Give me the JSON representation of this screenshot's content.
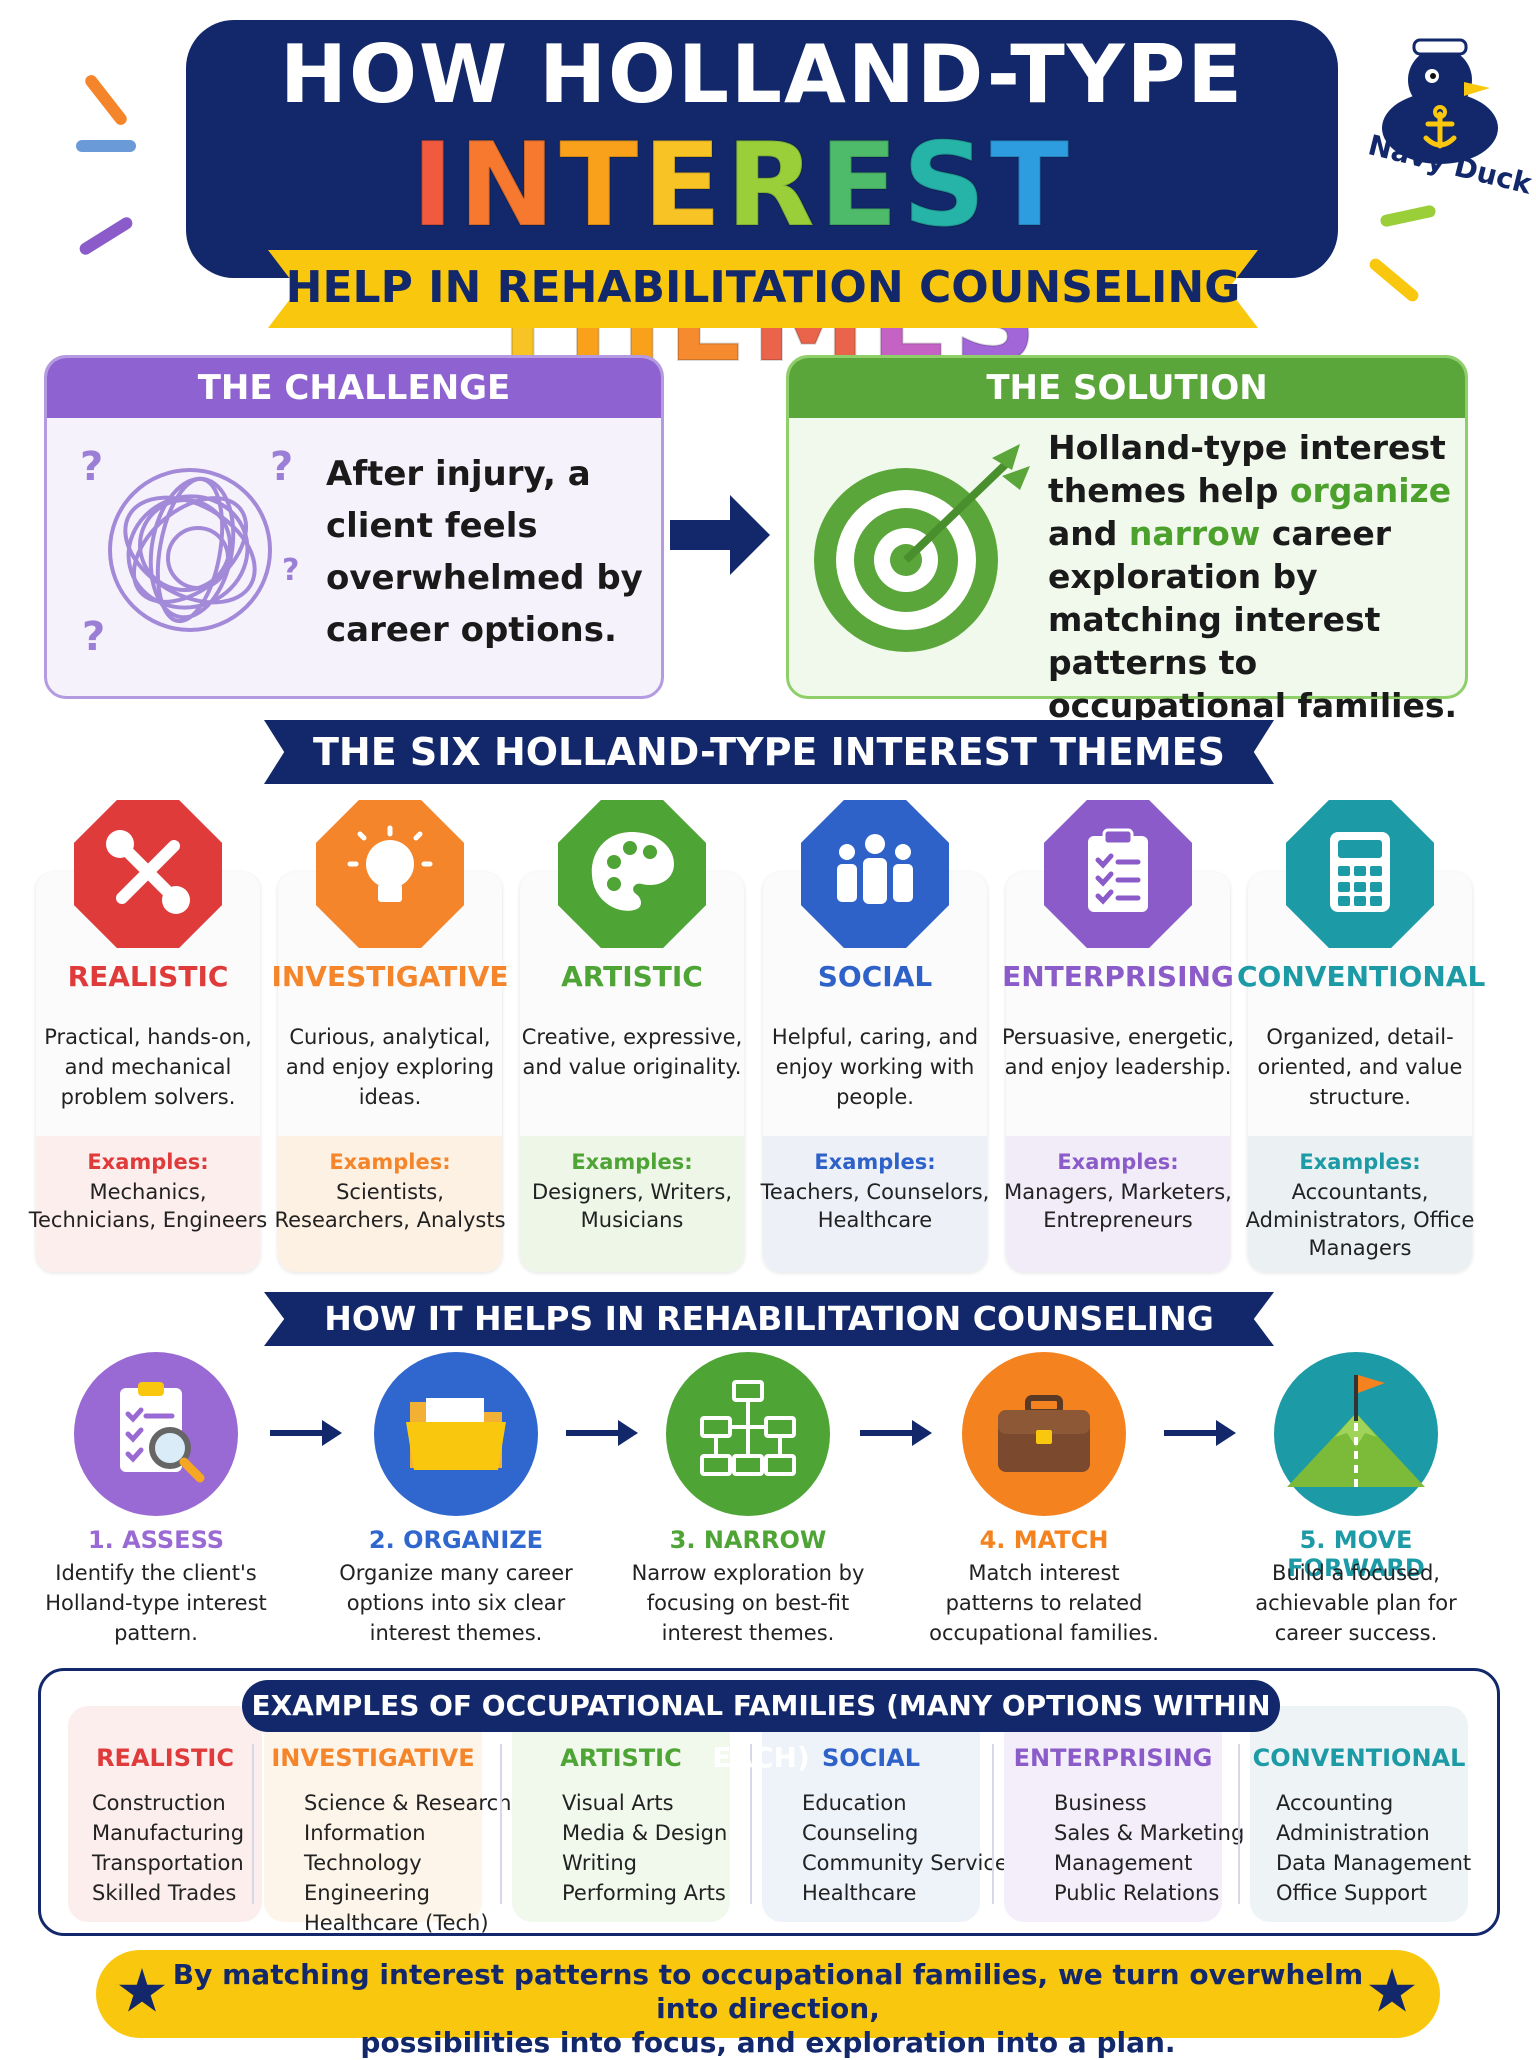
{
  "header": {
    "title_line1": "HOW HOLLAND-TYPE",
    "title_line2_letters": [
      "I",
      "N",
      "T",
      "E",
      "R",
      "E",
      "S",
      "T",
      " ",
      "T",
      "H",
      "E",
      "M",
      "E",
      "S"
    ],
    "title_line2_colors": [
      "#f15a3f",
      "#f7792f",
      "#f9a11b",
      "#f7c325",
      "#9bcf3a",
      "#4dbb6a",
      "#26b3a8",
      "#2e9de0",
      "#ffffff",
      "#f7c325",
      "#f9a11b",
      "#f58a2f",
      "#e9644a",
      "#c463c3",
      "#a366d9"
    ],
    "subtitle": "HELP IN REHABILITATION COUNSELING"
  },
  "brand": {
    "name": "Navy Duck"
  },
  "challenge": {
    "heading": "THE CHALLENGE",
    "text": "After injury, a client feels overwhelmed by career options."
  },
  "solution": {
    "heading": "THE SOLUTION",
    "t1": "Holland-type interest themes help ",
    "t2": "organize",
    "t3": " and ",
    "t4": "narrow",
    "t5": " career exploration by matching interest patterns to occupational families."
  },
  "themes_banner": "THE SIX HOLLAND-TYPE INTEREST THEMES",
  "themes": [
    {
      "title": "REALISTIC",
      "desc": "Practical, hands-on, and mechanical problem solvers.",
      "ex_label": "Examples:",
      "ex": "Mechanics, Technicians, Engineers",
      "color": "#e03b3b",
      "tint": "#fdeeee",
      "icon": "wrench-screwdriver-icon"
    },
    {
      "title": "INVESTIGATIVE",
      "desc": "Curious, analytical, and enjoy exploring ideas.",
      "ex_label": "Examples:",
      "ex": "Scientists, Researchers, Analysts",
      "color": "#f5852a",
      "tint": "#fdf1e3",
      "icon": "lightbulb-icon"
    },
    {
      "title": "ARTISTIC",
      "desc": "Creative, expressive, and value originality.",
      "ex_label": "Examples:",
      "ex": "Designers, Writers, Musicians",
      "color": "#4ea435",
      "tint": "#eef6e8",
      "icon": "palette-icon"
    },
    {
      "title": "SOCIAL",
      "desc": "Helpful, caring, and enjoy working with people.",
      "ex_label": "Examples:",
      "ex": "Teachers, Counselors, Healthcare",
      "color": "#2f62c9",
      "tint": "#edf1f7",
      "icon": "people-icon"
    },
    {
      "title": "ENTERPRISING",
      "desc": "Persuasive, energetic, and enjoy leadership.",
      "ex_label": "Examples:",
      "ex": "Managers, Marketers, Entrepreneurs",
      "color": "#8a5bc9",
      "tint": "#f1ecf8",
      "icon": "clipboard-checklist-icon"
    },
    {
      "title": "CONVENTIONAL",
      "desc": "Organized, detail-oriented, and value structure.",
      "ex_label": "Examples:",
      "ex": "Accountants, Administrators, Office Managers",
      "color": "#1c9aa6",
      "tint": "#ebf1f3",
      "icon": "calculator-icon"
    }
  ],
  "steps_banner": "HOW IT HELPS IN REHABILITATION COUNSELING",
  "steps": [
    {
      "title": "1. ASSESS",
      "desc": "Identify the client's Holland-type interest pattern.",
      "color": "#9a6ad4",
      "icon": "clipboard-magnifier-icon"
    },
    {
      "title": "2. ORGANIZE",
      "desc": "Organize many career options into six clear interest themes.",
      "color": "#2f67cf",
      "icon": "folder-icon"
    },
    {
      "title": "3. NARROW",
      "desc": "Narrow exploration by focusing on best-fit interest themes.",
      "color": "#4ea435",
      "icon": "flowchart-icon"
    },
    {
      "title": "4. MATCH",
      "desc": "Match interest patterns to related occupational families.",
      "color": "#f3821f",
      "icon": "briefcase-icon"
    },
    {
      "title": "5. MOVE FORWARD",
      "desc": "Build a focused, achievable plan for career success.",
      "color": "#1c9aa6",
      "icon": "mountain-flag-icon"
    }
  ],
  "occupations_title": "EXAMPLES OF OCCUPATIONAL FAMILIES (MANY OPTIONS WITHIN EACH)",
  "occupations": [
    {
      "title": "REALISTIC",
      "items": [
        "Construction",
        "Manufacturing",
        "Transportation",
        "Skilled Trades"
      ],
      "color": "#e03b3b",
      "tint": "#fdeeee"
    },
    {
      "title": "INVESTIGATIVE",
      "items": [
        "Science & Research",
        "Information Technology",
        "Engineering",
        "Healthcare (Tech)"
      ],
      "color": "#f5852a",
      "tint": "#fdf5ea"
    },
    {
      "title": "ARTISTIC",
      "items": [
        "Visual Arts",
        "Media & Design",
        "Writing",
        "Performing Arts"
      ],
      "color": "#4ea435",
      "tint": "#f1f8ec"
    },
    {
      "title": "SOCIAL",
      "items": [
        "Education",
        "Counseling",
        "Community Services",
        "Healthcare"
      ],
      "color": "#2f62c9",
      "tint": "#eef2f9"
    },
    {
      "title": "ENTERPRISING",
      "items": [
        "Business",
        "Sales & Marketing",
        "Management",
        "Public Relations"
      ],
      "color": "#8a5bc9",
      "tint": "#f3eef9"
    },
    {
      "title": "CONVENTIONAL",
      "items": [
        "Accounting",
        "Administration",
        "Data Management",
        "Office Support"
      ],
      "color": "#1c9aa6",
      "tint": "#eef3f5"
    }
  ],
  "footer": {
    "line1": "By matching interest patterns to occupational families, we turn overwhelm into direction,",
    "line2": "possibilities into focus, and exploration into a plan."
  }
}
